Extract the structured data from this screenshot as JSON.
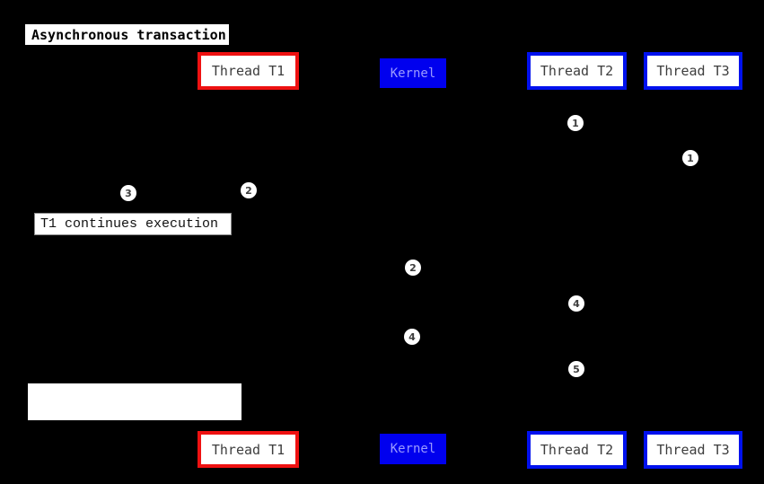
{
  "title": "Asynchronous transaction",
  "actors": {
    "thread_t1": "Thread T1",
    "kernel": "Kernel",
    "thread_t2": "Thread T2",
    "thread_t3": "Thread T3"
  },
  "notes": {
    "t1_continues": "T1 continues execution",
    "blank": ""
  },
  "markers": [
    {
      "label": "1"
    },
    {
      "label": "1"
    },
    {
      "label": "3"
    },
    {
      "label": "2"
    },
    {
      "label": "2"
    },
    {
      "label": "4"
    },
    {
      "label": "4"
    },
    {
      "label": "5"
    }
  ],
  "colors": {
    "background": "#000000",
    "thread_t1_border": "#ee1111",
    "thread_t2_t3_border": "#0011ee",
    "kernel_fill": "#0000ee",
    "kernel_text": "#9a9aff",
    "actor_text": "#3d3d3d",
    "marker_fill": "#ffffff",
    "marker_text": "#3d3d3d",
    "title_bg": "#ffffff",
    "title_text": "#000000"
  }
}
